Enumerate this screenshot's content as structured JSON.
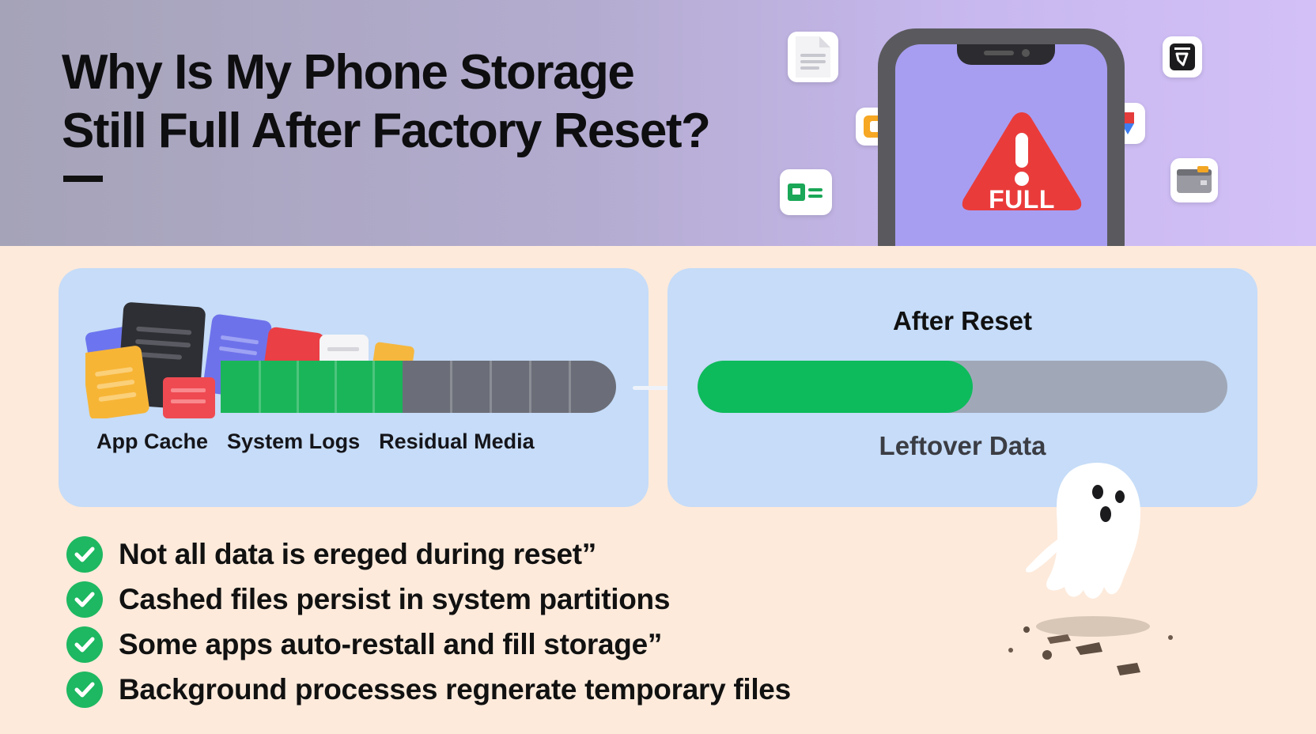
{
  "header": {
    "title_line1": "Why Is My Phone Storage",
    "title_line2": "Still Full After Factory Reset?"
  },
  "phone": {
    "warning_text": "FULL",
    "floating_icons": [
      "document-icon",
      "pdf-app-icon",
      "wallet-app-icon",
      "folder-app-icon",
      "puzzle-app-icon",
      "id-card-icon"
    ]
  },
  "storage_panel": {
    "labels": [
      "App Cache",
      "System Logs",
      "Residual Media"
    ],
    "used_fraction": 0.46
  },
  "after_reset_panel": {
    "title": "After Reset",
    "label": "Leftover Data",
    "fill_fraction": 0.52
  },
  "checklist": [
    "Not all data is ereged during reset”",
    "Cashed files persist in system partitions",
    "Some apps auto-restall and fill storage”",
    "Background processes regnerate temporary files"
  ],
  "colors": {
    "accent_green": "#1db861",
    "warning_red": "#ea3b3b",
    "phone_screen": "#a79ef2",
    "panel_blue": "#c6dcf8",
    "page_bg": "#fdeadb"
  }
}
